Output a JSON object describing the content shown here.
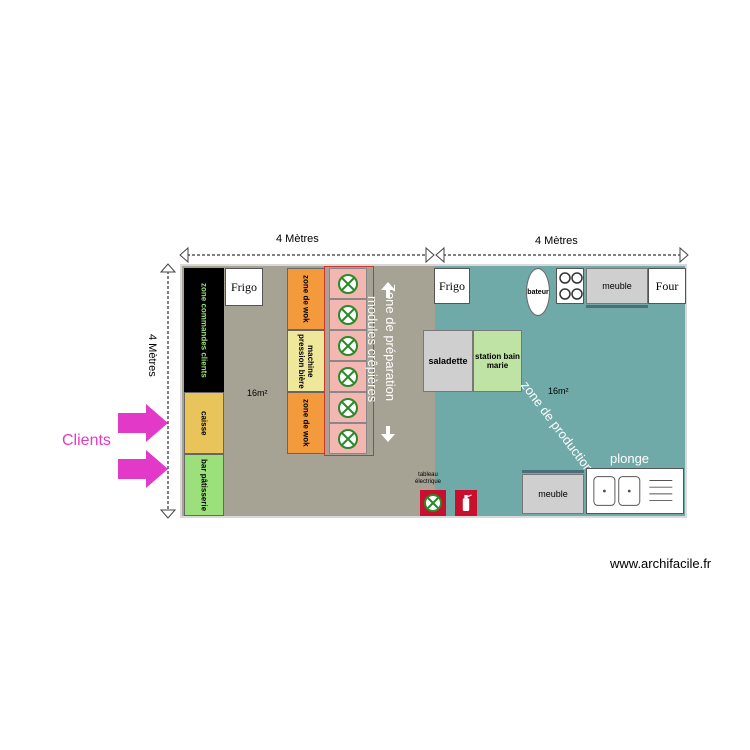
{
  "dimensions": {
    "top_left": "4 Mètres",
    "top_right": "4 Mètres",
    "left": "4 Mètres"
  },
  "clients_label": "Clients",
  "watermark": "www.archifacile.fr",
  "left_zone": {
    "area": "16m²",
    "counters": [
      "zone commandes clients",
      "caisse",
      "bar pâtisserie"
    ],
    "frigo": "Frigo",
    "prep_column": [
      "zone de wok",
      "machine pression bière",
      "zone de wok"
    ],
    "module_count": 6,
    "prep_label": "Zone de préparation",
    "modules_label": "modules crêpières"
  },
  "right_zone": {
    "area": "16m²",
    "frigo": "Frigo",
    "saladette": "saladette",
    "bain_marie": "station bain marie",
    "batteur": "bateur",
    "meuble_top": "meuble",
    "four": "Four",
    "zone_label": "zone de production",
    "plonge": "plonge",
    "meuble_bottom": "meuble",
    "tableau": "tableau électrique"
  },
  "colors": {
    "left_floor": "#a6a294",
    "right_floor": "#6fa9a8",
    "arrow": "#e339c8",
    "orange": "#f39a3d",
    "yellow": "#efe79a",
    "green": "#9be07a",
    "caisse": "#e9c45b"
  }
}
